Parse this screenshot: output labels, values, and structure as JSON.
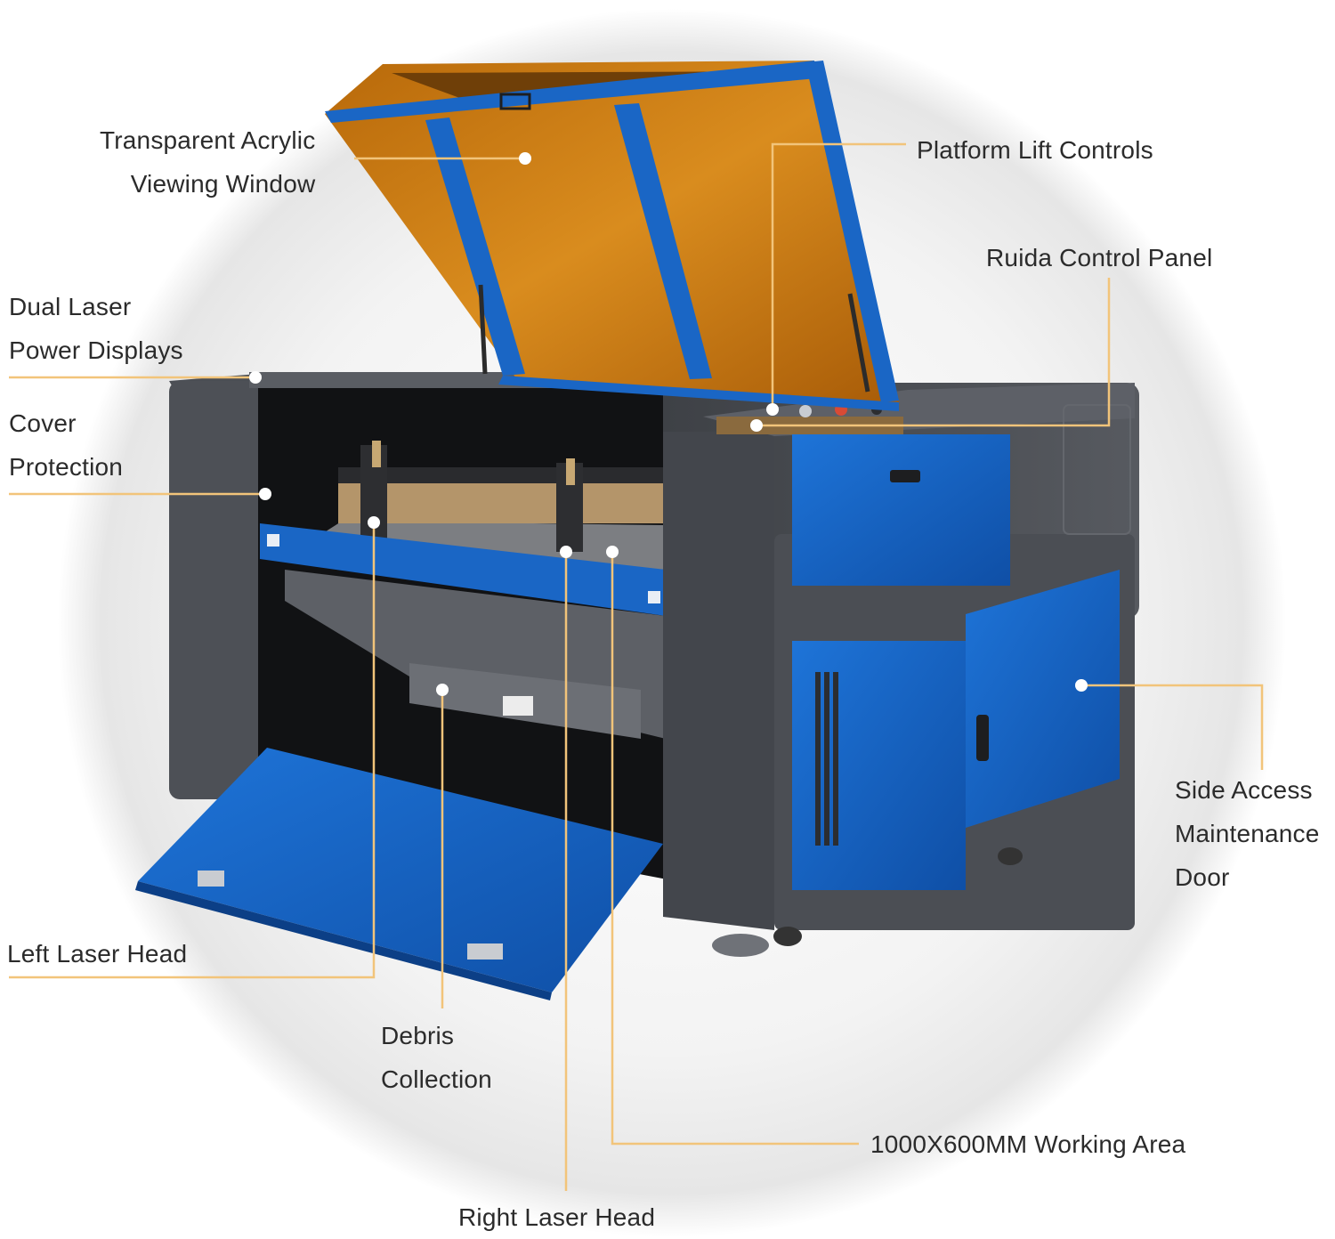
{
  "colors": {
    "accent_line": "#f2c47a",
    "machine_blue": "#1565c8",
    "machine_grey": "#4a4d52",
    "acrylic_amber": "#c9780f",
    "background_halo": "#ececec"
  },
  "callouts": {
    "acrylic_window": [
      "Transparent Acrylic",
      "Viewing Window"
    ],
    "platform_lift": [
      "Platform Lift Controls"
    ],
    "ruida_panel": [
      "Ruida Control Panel"
    ],
    "power_displays": [
      "Dual Laser",
      "Power Displays"
    ],
    "cover_protection": [
      "Cover",
      "Protection"
    ],
    "side_door": [
      "Side Access",
      "Maintenance",
      "Door"
    ],
    "left_head": [
      "Left Laser Head"
    ],
    "debris": [
      "Debris",
      "Collection"
    ],
    "working_area": [
      "1000X600MM Working Area"
    ],
    "right_head": [
      "Right Laser Head"
    ]
  }
}
